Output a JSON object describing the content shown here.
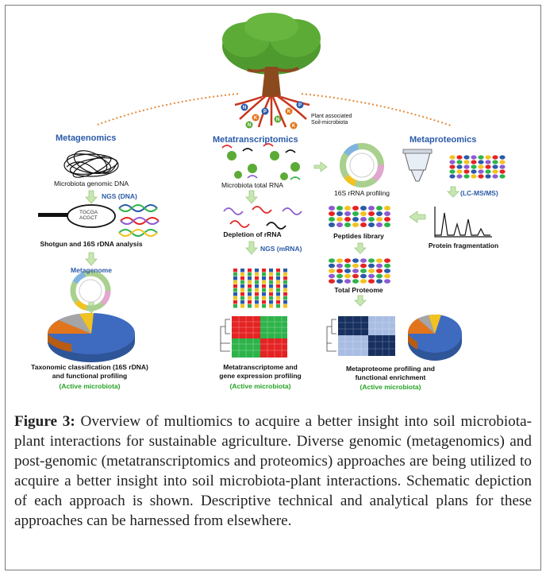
{
  "sections": {
    "metagenomics": "Metagenomics",
    "metatranscriptomics": "Metatranscriptomics",
    "metaproteomics": "Metaproteomics"
  },
  "tree": {
    "label_line1": "Plant associated",
    "label_line2": "Soil-microbiota"
  },
  "metagenomics": {
    "dna_label": "Microbiota genomic DNA",
    "ngs": "NGS (DNA)",
    "seq_line1": "TGCGA",
    "seq_line2": "ACGCT",
    "shotgun": "Shotgun and 16S rDNA analysis",
    "metagenome": "Metagenome",
    "result_line1": "Taxonomic classification (16S rDNA)",
    "result_line2": "and functional profiling",
    "active": "(Active microbiota)"
  },
  "metatranscriptomics": {
    "rna_label": "Microbiota total RNA",
    "depletion": "Depletion of rRNA",
    "ngs": "NGS (mRNA)",
    "profiling_16s": "16S rRNA profiling",
    "result_line1": "Metatranscriptome and",
    "result_line2": "gene expression profiling",
    "active": "(Active microbiota)"
  },
  "metaproteomics": {
    "lcms": "(LC-MS/MS)",
    "fragmentation": "Protein fragmentation",
    "peptides": "Peptides library",
    "total_proteome": "Total Proteome",
    "result_line1": "Metaproteome profiling and",
    "result_line2": "functional enrichment",
    "active": "(Active microbiota)"
  },
  "caption": {
    "figure_label": "Figure 3:",
    "text": " Overview of multiomics to acquire a better insight into soil microbiota-plant interactions for sustainable agriculture. Diverse genomic (metagenomics) and post-genomic (metatranscriptomics and proteomics) approaches are being utilized to acquire a better insight into soil microbiota-plant interactions. Schematic depiction of each approach is shown. Descriptive technical and analytical plans for these approaches can be harnessed from elsewhere."
  },
  "colors": {
    "heading_blue": "#2a5aa8",
    "active_green": "#26a326",
    "tree_green": "#4f9a2f",
    "trunk_brown": "#8b4a1e",
    "root_red": "#c8351c",
    "arrow_fill": "#c7e6b3",
    "heat_red": "#e42323",
    "heat_green": "#2eb34a",
    "heat_navy": "#17305f",
    "heat_light": "#a9bde3",
    "pie_blue": "#3e6bbf",
    "pie_orange": "#e2751b",
    "pie_gray": "#a5a5a5",
    "pie_yellow": "#f2c320"
  }
}
